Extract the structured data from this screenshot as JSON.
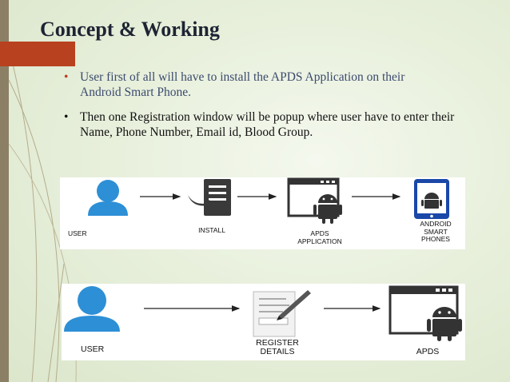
{
  "slide": {
    "title": "Concept & Working",
    "bullets": [
      "User first of all will have to install the APDS Application on their Android Smart Phone.",
      "Then one Registration window will be popup where user have to enter their Name, Phone Number, Email id, Blood Group."
    ],
    "bullet_symbol": "•"
  },
  "diagram_top": {
    "labels": {
      "user": "USER",
      "install": "INSTALL",
      "app": "APDS\nAPPLICATION",
      "phones": "ANDROID\nSMART\nPHONES"
    }
  },
  "diagram_bottom": {
    "labels": {
      "user": "USER",
      "register": "REGISTER\nDETAILS",
      "apds": "APDS"
    }
  },
  "colors": {
    "accent_red": "#b8411f",
    "user_blue": "#2d8fd6",
    "phone_blue": "#1a48a8",
    "android_dark": "#333333",
    "title": "#1e2433"
  }
}
